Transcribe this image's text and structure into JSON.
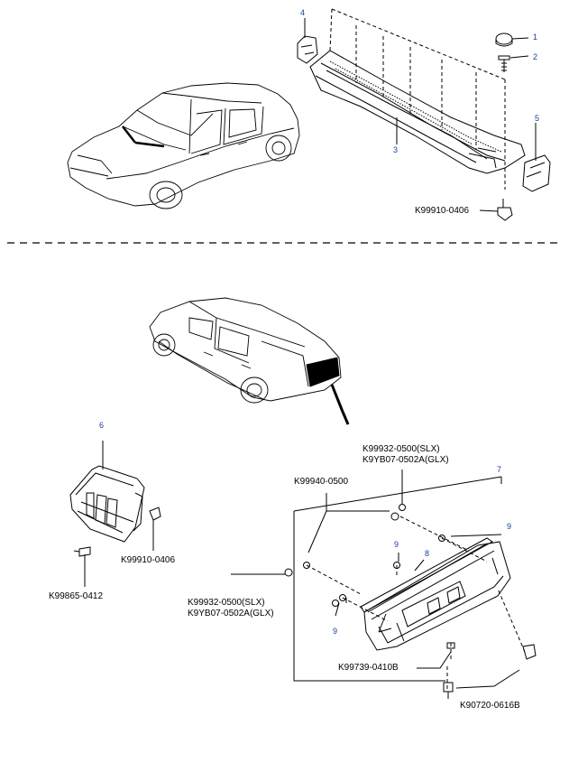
{
  "callouts": {
    "c1": "1",
    "c2": "2",
    "c3": "3",
    "c4": "4",
    "c5": "5",
    "c6": "6",
    "c7": "7",
    "c8": "8",
    "c9a": "9",
    "c9b": "9",
    "c9c": "9"
  },
  "part_labels": {
    "top_clip": "K99910-0406",
    "plate_upper_a": "K99932-0500(SLX)",
    "plate_upper_b": "K9YB07-0502A(GLX)",
    "plate_left": "K99940-0500",
    "lamp_clip": "K99910-0406",
    "lamp_screw": "K99865-0412",
    "plate_lower_a": "K99932-0500(SLX)",
    "plate_lower_b": "K9YB07-0502A(GLX)",
    "plate_screw": "K99739-0410B",
    "plate_bolt": "K90720-0616B"
  },
  "colors": {
    "line": "#000000",
    "callout": "#1a3d9c",
    "background": "#ffffff"
  }
}
